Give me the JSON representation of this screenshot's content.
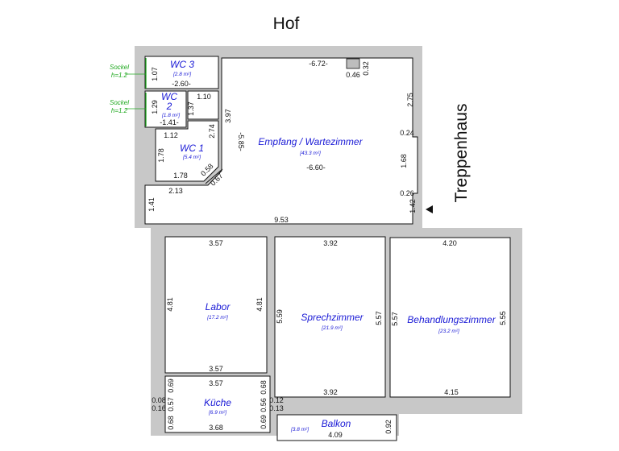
{
  "labels": {
    "hof": "Hof",
    "treppenhaus": "Treppenhaus",
    "sockel_1": "Sockel",
    "sockel_1_h": "h=1.2",
    "sockel_2": "Sockel",
    "sockel_2_h": "h=1.2"
  },
  "rooms": {
    "wc3": {
      "name": "WC 3",
      "area": "[2.8 m²]"
    },
    "wc2": {
      "name1": "WC",
      "name2": "2",
      "area": "[1.8 m²]"
    },
    "wc1": {
      "name": "WC 1",
      "area": "[5.4 m²]"
    },
    "empfang": {
      "name": "Empfang / Wartezimmer",
      "area": "[43.3 m²]"
    },
    "labor": {
      "name": "Labor",
      "area": "[17.2 m²]"
    },
    "sprechzimmer": {
      "name": "Sprechzimmer",
      "area": "[21.9 m²]"
    },
    "behandlungszimmer": {
      "name": "Behandlungszimmer",
      "area": "[23.2 m²]"
    },
    "kueche": {
      "name": "Küche",
      "area": "[6.9 m²]"
    },
    "balkon": {
      "name": "Balkon",
      "area": "[3.8 m²]"
    }
  },
  "dims": {
    "wc3_h": "1.07",
    "wc3_w": "-2.60-",
    "wc2_h": "1.29",
    "wc2_w": "-1.41-",
    "wc2_1_37": "1.37",
    "wc2_1_10": "1.10",
    "wc1_top": "1.12",
    "wc1_h": "1.78",
    "wc1_bottom": "1.78",
    "wc1_diag": "0.58",
    "wc1_2_74": "2.74",
    "emp_3_97": "3.97",
    "emp_5_85": "-5.85-",
    "emp_6_72": "-6.72-",
    "emp_0_46": "0.46",
    "emp_0_32": "0.32",
    "emp_2_75": "2.75",
    "emp_0_24": "0.24",
    "emp_6_60": "-6.60-",
    "emp_1_68": "1.68",
    "emp_0_26": "0.26",
    "emp_1_42": "1.42",
    "emp_0_67": "0.67",
    "emp_2_13": "2.13",
    "emp_1_41": "1.41",
    "emp_9_53": "9.53",
    "labor_top": "3.57",
    "labor_left": "4.81",
    "labor_right": "4.81",
    "labor_bottom": "3.57",
    "kueche_top": "3.57",
    "kueche_0_69a": "0.69",
    "kueche_0_57": "0.57",
    "kueche_0_68a": "0.68",
    "kueche_0_08": "0.08",
    "kueche_0_16": "0.16",
    "kueche_0_68b": "0.68",
    "kueche_0_56": "0.56",
    "kueche_0_69b": "0.69",
    "kueche_bottom": "3.68",
    "sprech_top": "3.92",
    "sprech_left": "5.59",
    "sprech_right": "5.57",
    "sprech_bottom": "3.92",
    "sprech_0_12": "0.12",
    "sprech_0_13": "0.13",
    "beh_top": "4.20",
    "beh_left": "5.57",
    "beh_right": "5.55",
    "beh_bottom": "4.15",
    "balkon_w": "4.09",
    "balkon_h": "0.92"
  },
  "colors": {
    "wall": "#c8c8c8",
    "room_text": "#1a1ad6",
    "sockel": "#22aa22"
  }
}
